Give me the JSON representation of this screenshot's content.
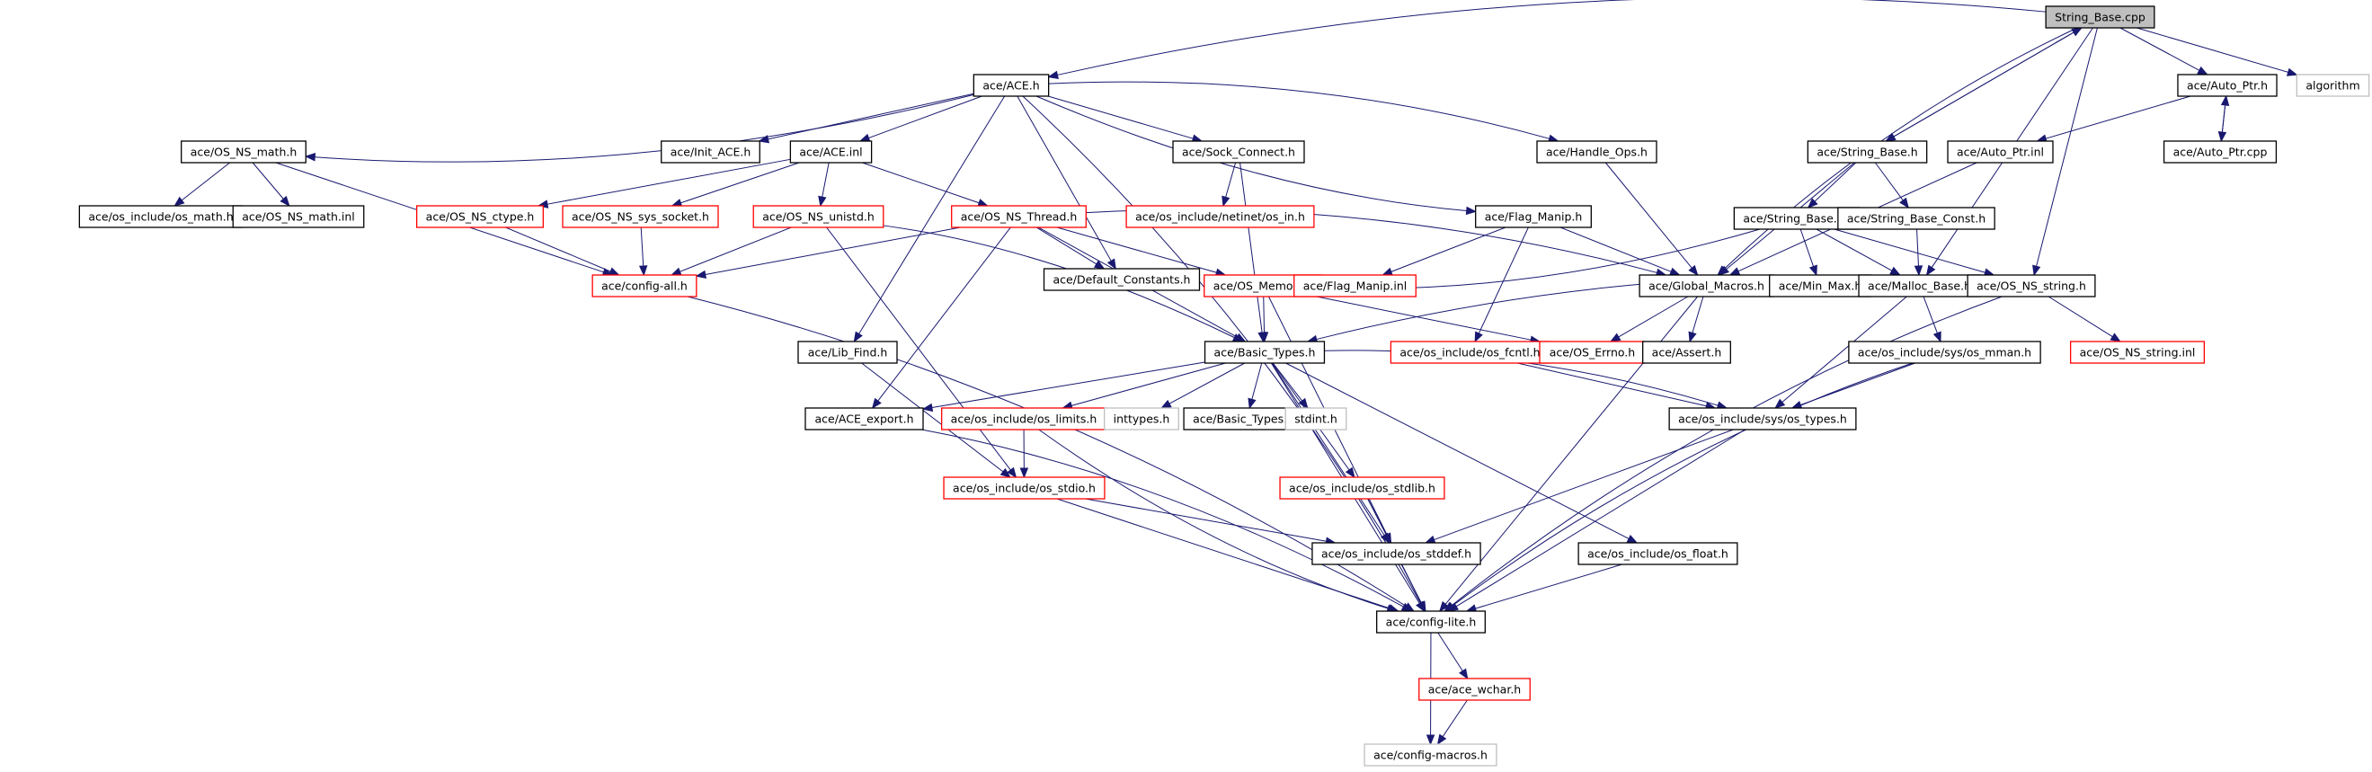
{
  "title": "String_Base.cpp include dependency graph",
  "colors": {
    "edge": "#191970",
    "node_normal_border": "#000000",
    "node_truncated_border": "#ff0000",
    "node_external_border": "#bfbfbf",
    "root_fill": "#bfbfbf"
  },
  "nodes": [
    {
      "id": "root",
      "label": "String_Base.cpp",
      "kind": "root"
    },
    {
      "id": "ace_h",
      "label": "ace/ACE.h",
      "kind": "normal"
    },
    {
      "id": "auto_ptr_h",
      "label": "ace/Auto_Ptr.h",
      "kind": "normal"
    },
    {
      "id": "algorithm",
      "label": "algorithm",
      "kind": "external"
    },
    {
      "id": "os_ns_math_h",
      "label": "ace/OS_NS_math.h",
      "kind": "normal"
    },
    {
      "id": "init_ace_h",
      "label": "ace/Init_ACE.h",
      "kind": "normal"
    },
    {
      "id": "ace_inl",
      "label": "ace/ACE.inl",
      "kind": "normal"
    },
    {
      "id": "sock_connect_h",
      "label": "ace/Sock_Connect.h",
      "kind": "normal"
    },
    {
      "id": "handle_ops_h",
      "label": "ace/Handle_Ops.h",
      "kind": "normal"
    },
    {
      "id": "string_base_h",
      "label": "ace/String_Base.h",
      "kind": "normal"
    },
    {
      "id": "auto_ptr_inl",
      "label": "ace/Auto_Ptr.inl",
      "kind": "normal"
    },
    {
      "id": "auto_ptr_cpp",
      "label": "ace/Auto_Ptr.cpp",
      "kind": "normal"
    },
    {
      "id": "os_math_h",
      "label": "ace/os_include/os_math.h",
      "kind": "normal"
    },
    {
      "id": "os_ns_math_inl",
      "label": "ace/OS_NS_math.inl",
      "kind": "normal"
    },
    {
      "id": "os_ns_ctype_h",
      "label": "ace/OS_NS_ctype.h",
      "kind": "truncated"
    },
    {
      "id": "os_ns_sys_socket_h",
      "label": "ace/OS_NS_sys_socket.h",
      "kind": "truncated"
    },
    {
      "id": "os_ns_unistd_h",
      "label": "ace/OS_NS_unistd.h",
      "kind": "truncated"
    },
    {
      "id": "os_ns_thread_h",
      "label": "ace/OS_NS_Thread.h",
      "kind": "truncated"
    },
    {
      "id": "os_in_h",
      "label": "ace/os_include/netinet/os_in.h",
      "kind": "truncated"
    },
    {
      "id": "flag_manip_h",
      "label": "ace/Flag_Manip.h",
      "kind": "normal"
    },
    {
      "id": "string_base_inl",
      "label": "ace/String_Base.inl",
      "kind": "normal"
    },
    {
      "id": "string_base_const_h",
      "label": "ace/String_Base_Const.h",
      "kind": "normal"
    },
    {
      "id": "config_all_h",
      "label": "ace/config-all.h",
      "kind": "truncated"
    },
    {
      "id": "default_constants_h",
      "label": "ace/Default_Constants.h",
      "kind": "normal"
    },
    {
      "id": "os_memory_h",
      "label": "ace/OS_Memory.h",
      "kind": "truncated"
    },
    {
      "id": "flag_manip_inl",
      "label": "ace/Flag_Manip.inl",
      "kind": "truncated"
    },
    {
      "id": "global_macros_h",
      "label": "ace/Global_Macros.h",
      "kind": "normal"
    },
    {
      "id": "min_max_h",
      "label": "ace/Min_Max.h",
      "kind": "normal"
    },
    {
      "id": "malloc_base_h",
      "label": "ace/Malloc_Base.h",
      "kind": "normal"
    },
    {
      "id": "os_ns_string_h",
      "label": "ace/OS_NS_string.h",
      "kind": "normal"
    },
    {
      "id": "lib_find_h",
      "label": "ace/Lib_Find.h",
      "kind": "normal"
    },
    {
      "id": "basic_types_h",
      "label": "ace/Basic_Types.h",
      "kind": "normal"
    },
    {
      "id": "os_fcntl_h",
      "label": "ace/os_include/os_fcntl.h",
      "kind": "truncated"
    },
    {
      "id": "os_errno_h",
      "label": "ace/OS_Errno.h",
      "kind": "truncated"
    },
    {
      "id": "assert_h",
      "label": "ace/Assert.h",
      "kind": "normal"
    },
    {
      "id": "os_mman_h",
      "label": "ace/os_include/sys/os_mman.h",
      "kind": "normal"
    },
    {
      "id": "os_ns_string_inl",
      "label": "ace/OS_NS_string.inl",
      "kind": "truncated"
    },
    {
      "id": "ace_export_h",
      "label": "ace/ACE_export.h",
      "kind": "normal"
    },
    {
      "id": "os_limits_h",
      "label": "ace/os_include/os_limits.h",
      "kind": "truncated"
    },
    {
      "id": "inttypes_h",
      "label": "inttypes.h",
      "kind": "external"
    },
    {
      "id": "basic_types_inl",
      "label": "ace/Basic_Types.inl",
      "kind": "normal"
    },
    {
      "id": "stdint_h",
      "label": "stdint.h",
      "kind": "external"
    },
    {
      "id": "os_types_h",
      "label": "ace/os_include/sys/os_types.h",
      "kind": "normal"
    },
    {
      "id": "os_stdio_h",
      "label": "ace/os_include/os_stdio.h",
      "kind": "truncated"
    },
    {
      "id": "os_stdlib_h",
      "label": "ace/os_include/os_stdlib.h",
      "kind": "truncated"
    },
    {
      "id": "os_stddef_h",
      "label": "ace/os_include/os_stddef.h",
      "kind": "normal"
    },
    {
      "id": "os_float_h",
      "label": "ace/os_include/os_float.h",
      "kind": "normal"
    },
    {
      "id": "config_lite_h",
      "label": "ace/config-lite.h",
      "kind": "normal"
    },
    {
      "id": "ace_wchar_h",
      "label": "ace/ace_wchar.h",
      "kind": "truncated"
    },
    {
      "id": "config_macros_h",
      "label": "ace/config-macros.h",
      "kind": "external"
    }
  ],
  "edges": [
    [
      "root",
      "ace_h"
    ],
    [
      "root",
      "auto_ptr_h"
    ],
    [
      "root",
      "algorithm"
    ],
    [
      "root",
      "string_base_h"
    ],
    [
      "root",
      "malloc_base_h"
    ],
    [
      "root",
      "os_ns_string_h"
    ],
    [
      "root",
      "global_macros_h"
    ],
    [
      "string_base_h",
      "root"
    ],
    [
      "auto_ptr_h",
      "auto_ptr_inl"
    ],
    [
      "auto_ptr_h",
      "auto_ptr_cpp"
    ],
    [
      "auto_ptr_cpp",
      "auto_ptr_h"
    ],
    [
      "ace_h",
      "os_ns_math_h"
    ],
    [
      "ace_h",
      "init_ace_h"
    ],
    [
      "ace_h",
      "ace_inl"
    ],
    [
      "ace_h",
      "sock_connect_h"
    ],
    [
      "ace_h",
      "handle_ops_h"
    ],
    [
      "ace_h",
      "flag_manip_h"
    ],
    [
      "ace_h",
      "default_constants_h"
    ],
    [
      "ace_h",
      "lib_find_h"
    ],
    [
      "ace_h",
      "config_lite_h"
    ],
    [
      "os_ns_math_h",
      "os_math_h"
    ],
    [
      "os_ns_math_h",
      "os_ns_math_inl"
    ],
    [
      "os_ns_math_h",
      "config_all_h"
    ],
    [
      "ace_inl",
      "os_ns_ctype_h"
    ],
    [
      "ace_inl",
      "os_ns_sys_socket_h"
    ],
    [
      "ace_inl",
      "os_ns_unistd_h"
    ],
    [
      "ace_inl",
      "os_ns_thread_h"
    ],
    [
      "os_ns_ctype_h",
      "config_all_h"
    ],
    [
      "os_ns_sys_socket_h",
      "config_all_h"
    ],
    [
      "os_ns_unistd_h",
      "config_all_h"
    ],
    [
      "os_ns_thread_h",
      "config_all_h"
    ],
    [
      "os_ns_unistd_h",
      "basic_types_h"
    ],
    [
      "os_ns_unistd_h",
      "os_stdio_h"
    ],
    [
      "os_ns_thread_h",
      "default_constants_h"
    ],
    [
      "os_ns_thread_h",
      "os_memory_h"
    ],
    [
      "os_ns_thread_h",
      "global_macros_h"
    ],
    [
      "os_ns_thread_h",
      "basic_types_h"
    ],
    [
      "os_ns_thread_h",
      "ace_export_h"
    ],
    [
      "sock_connect_h",
      "os_in_h"
    ],
    [
      "sock_connect_h",
      "basic_types_h"
    ],
    [
      "handle_ops_h",
      "global_macros_h"
    ],
    [
      "flag_manip_h",
      "flag_manip_inl"
    ],
    [
      "flag_manip_h",
      "global_macros_h"
    ],
    [
      "flag_manip_h",
      "os_fcntl_h"
    ],
    [
      "string_base_h",
      "string_base_inl"
    ],
    [
      "string_base_h",
      "string_base_const_h"
    ],
    [
      "string_base_h",
      "global_macros_h"
    ],
    [
      "auto_ptr_inl",
      "global_macros_h"
    ],
    [
      "string_base_inl",
      "min_max_h"
    ],
    [
      "string_base_inl",
      "malloc_base_h"
    ],
    [
      "string_base_inl",
      "os_ns_string_h"
    ],
    [
      "string_base_inl",
      "os_memory_h"
    ],
    [
      "string_base_const_h",
      "malloc_base_h"
    ],
    [
      "config_all_h",
      "config_lite_h"
    ],
    [
      "os_memory_h",
      "basic_types_h"
    ],
    [
      "os_memory_h",
      "os_errno_h"
    ],
    [
      "os_memory_h",
      "os_stddef_h"
    ],
    [
      "global_macros_h",
      "os_errno_h"
    ],
    [
      "global_macros_h",
      "assert_h"
    ],
    [
      "global_macros_h",
      "config_lite_h"
    ],
    [
      "malloc_base_h",
      "os_mman_h"
    ],
    [
      "malloc_base_h",
      "os_types_h"
    ],
    [
      "os_ns_string_h",
      "basic_types_h"
    ],
    [
      "os_ns_string_h",
      "os_ns_string_inl"
    ],
    [
      "os_ns_string_h",
      "config_lite_h"
    ],
    [
      "os_mman_h",
      "os_types_h"
    ],
    [
      "os_mman_h",
      "config_lite_h"
    ],
    [
      "lib_find_h",
      "os_stdio_h"
    ],
    [
      "basic_types_h",
      "ace_export_h"
    ],
    [
      "basic_types_h",
      "os_limits_h"
    ],
    [
      "basic_types_h",
      "inttypes_h"
    ],
    [
      "basic_types_h",
      "basic_types_inl"
    ],
    [
      "basic_types_h",
      "stdint_h"
    ],
    [
      "basic_types_h",
      "os_types_h"
    ],
    [
      "basic_types_h",
      "os_stdlib_h"
    ],
    [
      "basic_types_h",
      "os_stddef_h"
    ],
    [
      "basic_types_h",
      "os_float_h"
    ],
    [
      "basic_types_h",
      "config_lite_h"
    ],
    [
      "os_fcntl_h",
      "os_types_h"
    ],
    [
      "os_limits_h",
      "os_stdio_h"
    ],
    [
      "os_limits_h",
      "config_lite_h"
    ],
    [
      "ace_export_h",
      "config_lite_h"
    ],
    [
      "os_types_h",
      "os_stddef_h"
    ],
    [
      "os_types_h",
      "config_lite_h"
    ],
    [
      "os_stdio_h",
      "os_stddef_h"
    ],
    [
      "os_stdio_h",
      "config_lite_h"
    ],
    [
      "os_stdlib_h",
      "os_stddef_h"
    ],
    [
      "os_stdlib_h",
      "config_lite_h"
    ],
    [
      "os_stddef_h",
      "config_lite_h"
    ],
    [
      "os_float_h",
      "config_lite_h"
    ],
    [
      "config_lite_h",
      "ace_wchar_h"
    ],
    [
      "config_lite_h",
      "config_macros_h"
    ],
    [
      "ace_wchar_h",
      "config_macros_h"
    ]
  ]
}
